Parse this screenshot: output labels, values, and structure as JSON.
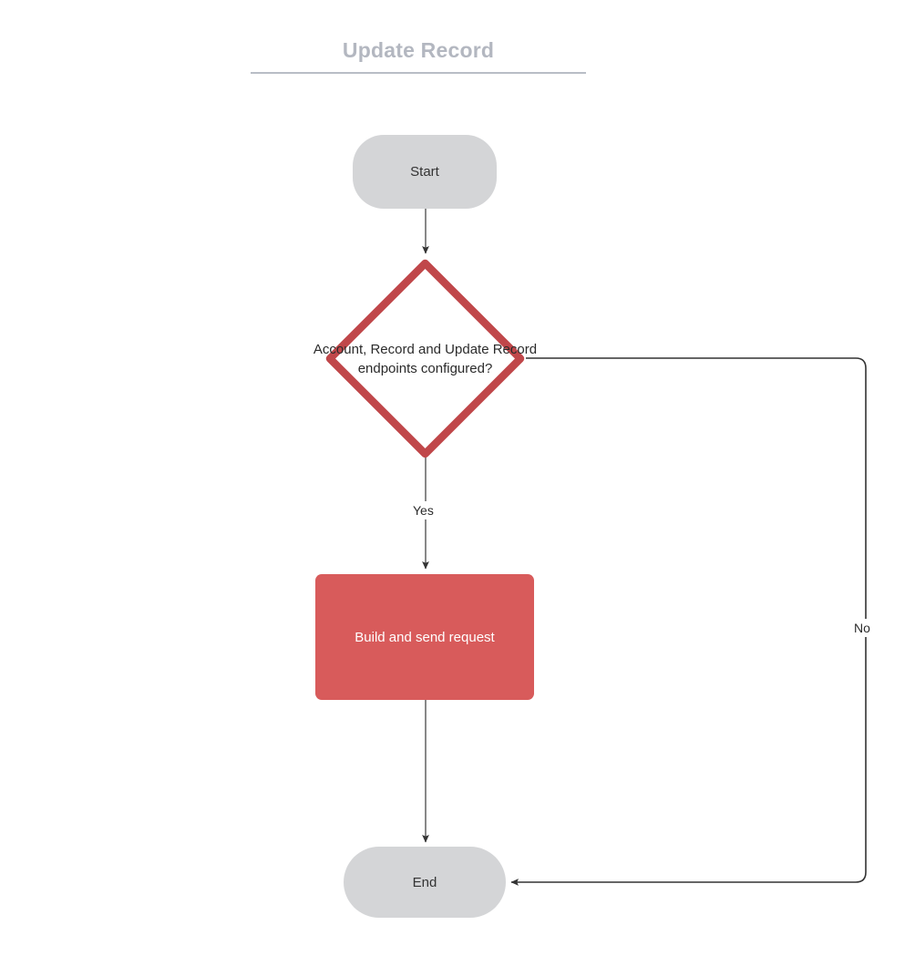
{
  "diagram": {
    "title": "Update Record",
    "type": "flowchart",
    "nodes": [
      {
        "id": "start",
        "kind": "terminator",
        "label": "Start"
      },
      {
        "id": "decision",
        "kind": "decision",
        "label": "Account, Record and Update Record endpoints configured?"
      },
      {
        "id": "process",
        "kind": "process",
        "label": "Build and send request"
      },
      {
        "id": "end",
        "kind": "terminator",
        "label": "End"
      }
    ],
    "edges": [
      {
        "from": "start",
        "to": "process",
        "label": ""
      },
      {
        "from": "decision",
        "to": "process",
        "label": "Yes"
      },
      {
        "from": "decision",
        "to": "end",
        "label": "No"
      },
      {
        "from": "process",
        "to": "end",
        "label": ""
      }
    ],
    "colors": {
      "title": "#b3b7c0",
      "title_rule": "#b9bdc6",
      "terminator_fill": "#d4d5d7",
      "process_fill": "#d85b5b",
      "decision_stroke": "#c0474a",
      "decision_fill": "#ffffff",
      "connector": "#444444",
      "text_dark": "#2b2b2b",
      "text_light": "#ffffff"
    }
  }
}
